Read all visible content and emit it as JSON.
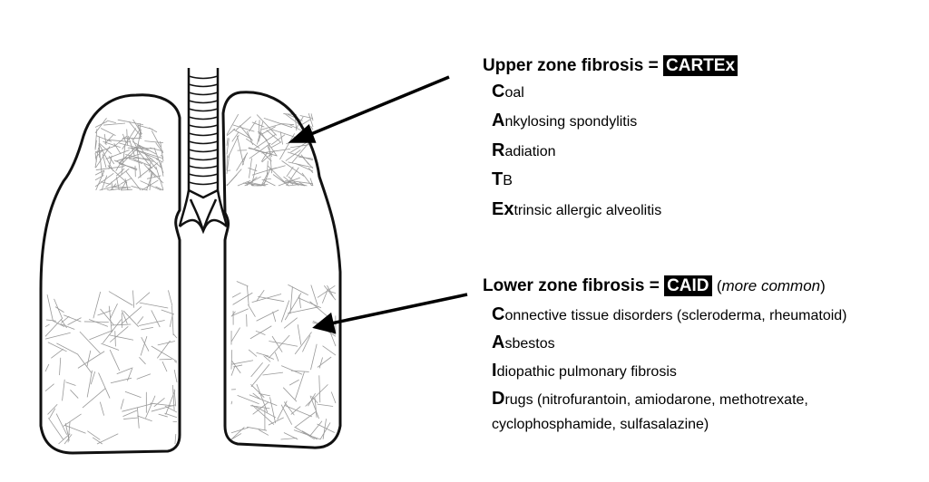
{
  "upper": {
    "heading": "Upper zone fibrosis =",
    "acronym": "CARTEx",
    "items": [
      {
        "letter": "C",
        "rest": "oal"
      },
      {
        "letter": "A",
        "rest": "nkylosing spondylitis"
      },
      {
        "letter": "R",
        "rest": "adiation"
      },
      {
        "letter": "T",
        "rest": "B"
      },
      {
        "letter": "Ex",
        "rest": "trinsic allergic alveolitis"
      }
    ]
  },
  "lower": {
    "heading": "Lower zone fibrosis =",
    "acronym": "CAID",
    "note_open": "(",
    "note": "more common",
    "note_close": ")",
    "items": [
      {
        "letter": "C",
        "rest": "onnective tissue disorders (scleroderma, rheumatoid)"
      },
      {
        "letter": "A",
        "rest": "sbestos"
      },
      {
        "letter": "I",
        "rest": "diopathic pulmonary fibrosis"
      },
      {
        "letter": "D",
        "rest": "rugs (nitrofurantoin, amiodarone, methotrexate,"
      },
      {
        "letter": "",
        "rest": "cyclophosphamide, sulfasalazine)"
      }
    ]
  }
}
